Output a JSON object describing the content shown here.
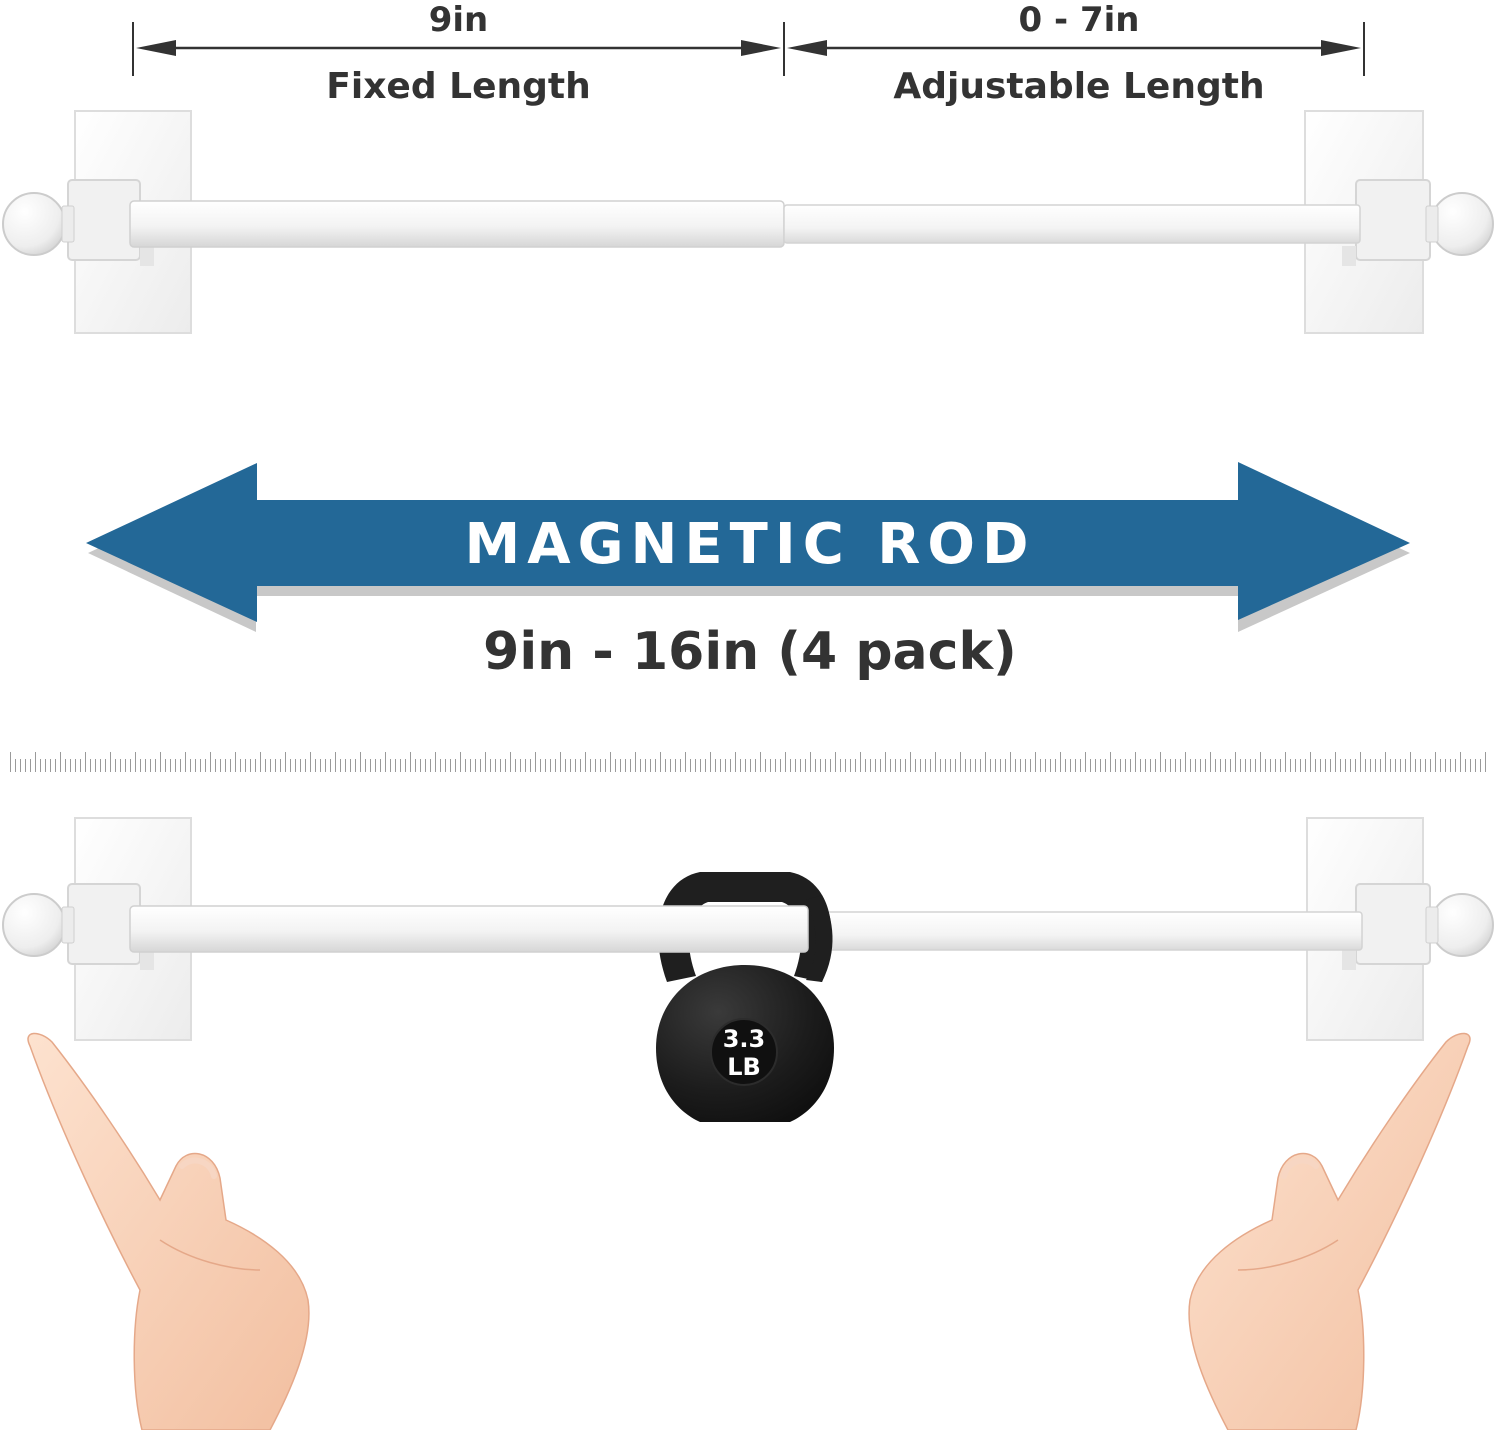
{
  "dimensions": {
    "fixed": {
      "value": "9in",
      "label": "Fixed Length"
    },
    "adjustable": {
      "value": "0 - 7in",
      "label": "Adjustable Length"
    }
  },
  "banner": {
    "title": "MAGNETIC ROD",
    "subtitle": "9in - 16in (4 pack)",
    "color": "#236897"
  },
  "kettlebell": {
    "weight_line1": "3.3",
    "weight_line2": "LB"
  },
  "colors": {
    "text": "#333333",
    "rod": "#ffffff",
    "kettlebell": "#1c1c1c"
  }
}
